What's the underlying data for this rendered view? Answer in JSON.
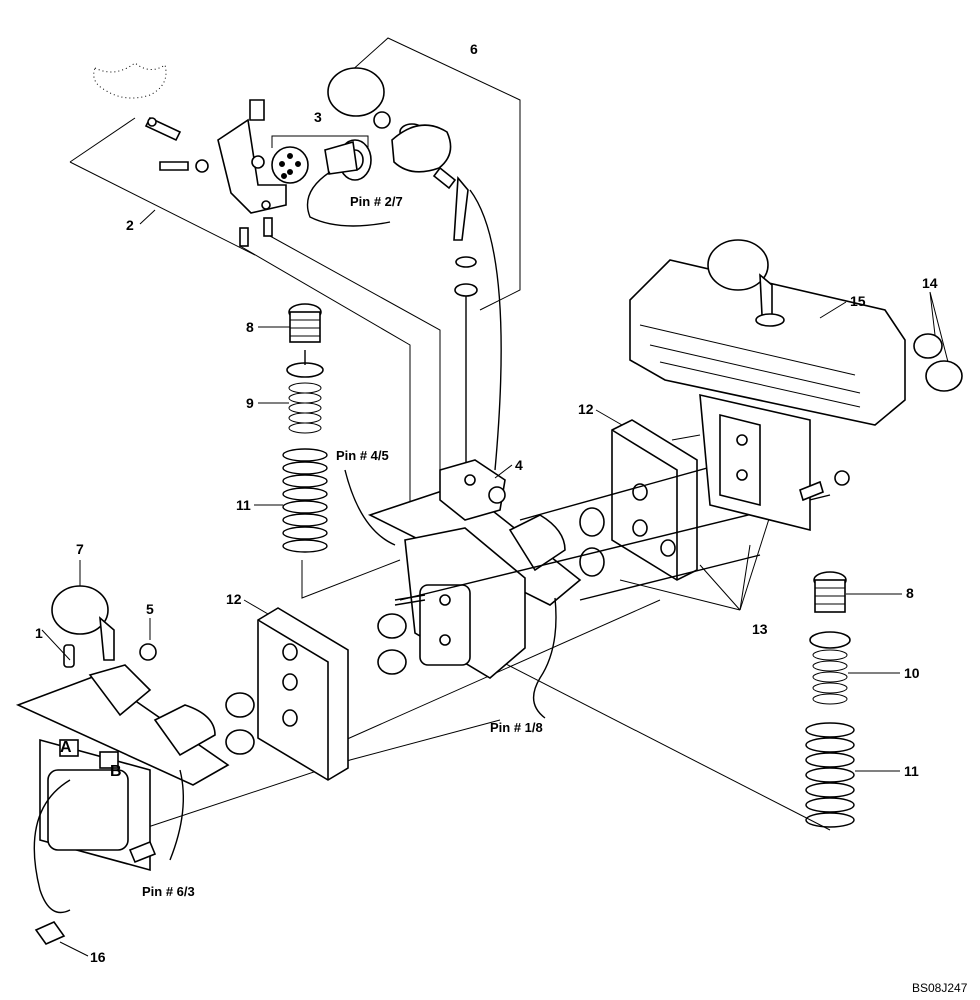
{
  "callouts": {
    "c1": "1",
    "c2": "2",
    "c3": "3",
    "c4": "4",
    "c5": "5",
    "c6": "6",
    "c7": "7",
    "c8a": "8",
    "c8b": "8",
    "c9": "9",
    "c10": "10",
    "c11a": "11",
    "c11b": "11",
    "c12a": "12",
    "c12b": "12",
    "c13": "13",
    "c14": "14",
    "c15": "15",
    "c16": "16"
  },
  "pins": {
    "p27": "Pin # 2/7",
    "p45": "Pin # 4/5",
    "p18": "Pin # 1/8",
    "p63": "Pin # 6/3"
  },
  "valve_marks": {
    "a": "A",
    "b": "B"
  },
  "reference_code": "BS08J247"
}
